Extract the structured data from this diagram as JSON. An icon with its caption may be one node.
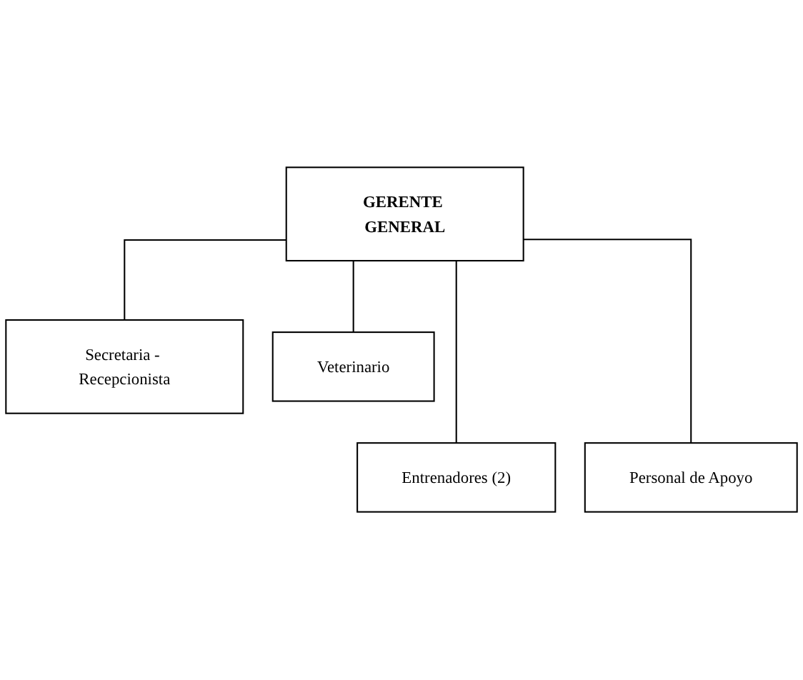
{
  "diagram": {
    "nodes": [
      {
        "text": [
          "GERENTE GENERAL"
        ]
      },
      {
        "text": [
          "Secretaria - Recepcionista"
        ]
      },
      {
        "text": [
          "Veterinario"
        ]
      },
      {
        "text": [
          "Entrenadores (2)"
        ]
      },
      {
        "text": [
          "Personal de Apoyo"
        ]
      }
    ],
    "edges": [
      {
        "from": 0,
        "to": 1,
        "arrow": "none"
      },
      {
        "from": 0,
        "to": 2,
        "arrow": "none"
      },
      {
        "from": 0,
        "to": 3,
        "arrow": "none"
      },
      {
        "from": 0,
        "to": 4,
        "arrow": "none"
      }
    ]
  }
}
